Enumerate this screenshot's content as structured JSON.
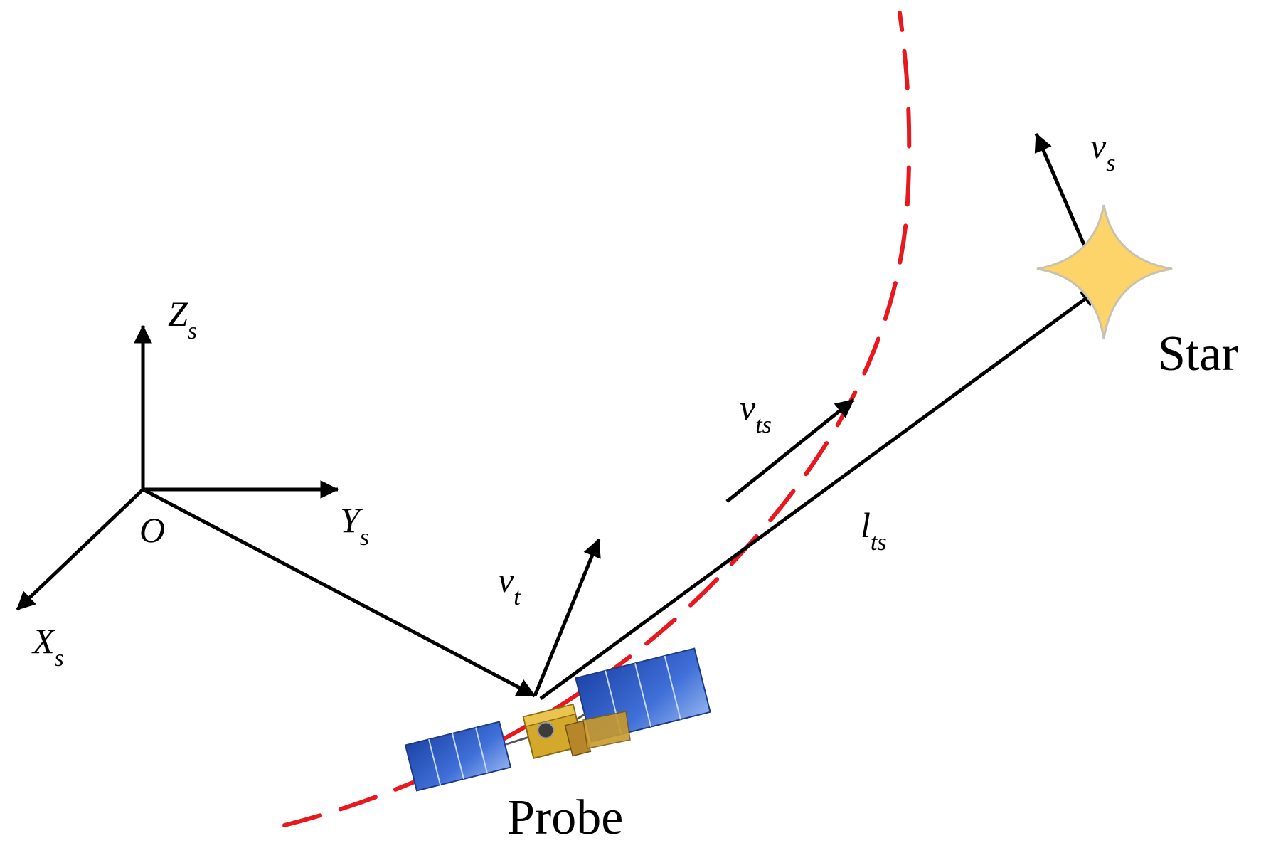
{
  "labels": {
    "z_axis": {
      "main": "Z",
      "sub": "s"
    },
    "y_axis": {
      "main": "Y",
      "sub": "s"
    },
    "x_axis": {
      "main": "X",
      "sub": "s"
    },
    "origin": "O",
    "v_t": {
      "main": "v",
      "sub": "t"
    },
    "v_ts": {
      "main": "v",
      "sub": "ts"
    },
    "v_s": {
      "main": "v",
      "sub": "s"
    },
    "l_ts": {
      "main": "l",
      "sub": "ts"
    },
    "star": "Star",
    "probe": "Probe"
  },
  "icons": {
    "star": "four-point-star-icon",
    "probe": "satellite-icon"
  },
  "colors": {
    "trajectory": "#e8191e",
    "arrow": "#000000",
    "star_fill": "#fcd46a",
    "star_stroke": "#c9c2b0",
    "panel": "#2f5fc6",
    "body": "#d4a82a"
  }
}
